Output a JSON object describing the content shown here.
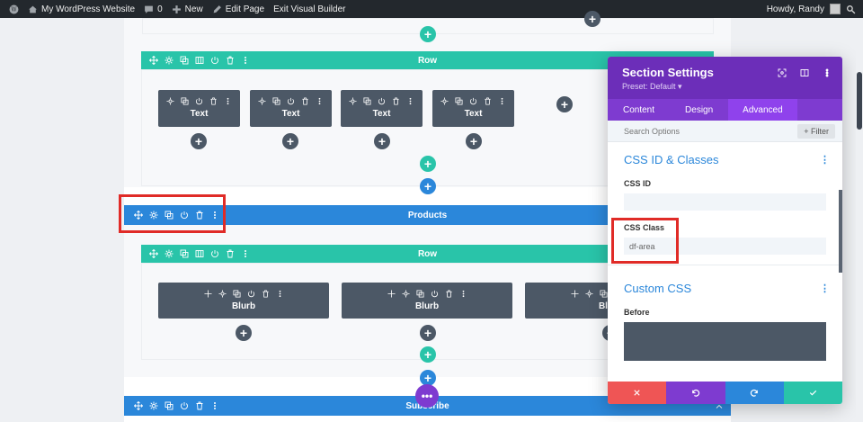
{
  "admin_bar": {
    "site_name": "My WordPress Website",
    "comments_count": "0",
    "new_label": "New",
    "edit_page_label": "Edit Page",
    "exit_builder_label": "Exit Visual Builder",
    "greeting": "Howdy, Randy"
  },
  "builder": {
    "rows": [
      {
        "label": "Row",
        "modules": [
          "Text",
          "Text",
          "Text",
          "Text"
        ]
      },
      {
        "label": "Row",
        "modules": [
          "Blurb",
          "Blurb",
          "Blurb"
        ]
      }
    ],
    "sections": [
      {
        "label": "Products"
      },
      {
        "label": "Subscribe"
      }
    ],
    "plus_symbol": "+",
    "more_symbol": "•••"
  },
  "settings_modal": {
    "title": "Section Settings",
    "preset": "Preset: Default ▾",
    "tabs": [
      "Content",
      "Design",
      "Advanced"
    ],
    "active_tab": "Advanced",
    "search_placeholder": "Search Options",
    "filter_label": "+ Filter",
    "group_css_id": {
      "title": "CSS ID & Classes",
      "css_id_label": "CSS ID",
      "css_id_value": "",
      "css_class_label": "CSS Class",
      "css_class_value": "df-area"
    },
    "group_custom_css": {
      "title": "Custom CSS",
      "before_label": "Before"
    },
    "footer_colors": {
      "cancel": "#ef5555",
      "undo": "#7e3bd0",
      "redo": "#2b87da",
      "save": "#29c4a9"
    }
  },
  "colors": {
    "row_bar": "#29c4a9",
    "section_bar": "#2b87da",
    "module": "#4c5866",
    "modal_header": "#6c2eb9",
    "highlight": "#e02b27"
  }
}
